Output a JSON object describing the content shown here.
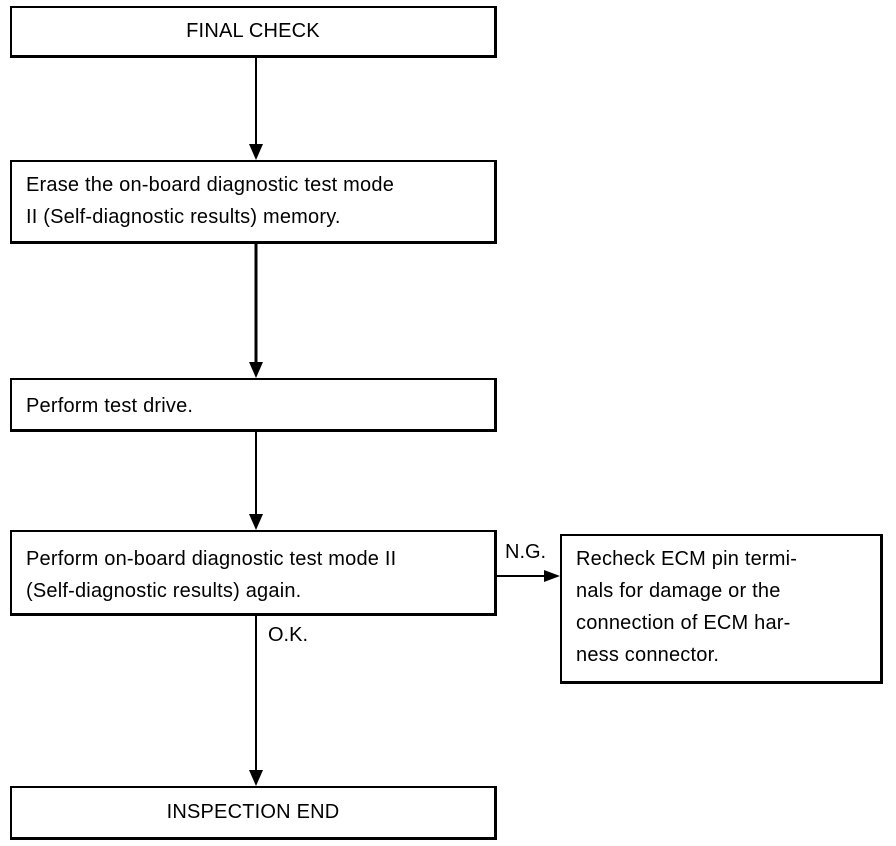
{
  "steps": {
    "final_check": "FINAL CHECK",
    "erase": [
      "Erase the on-board diagnostic test mode",
      "II (Self-diagnostic results) memory."
    ],
    "test_drive": "Perform test drive.",
    "perform_again": [
      "Perform on-board diagnostic test mode II",
      "(Self-diagnostic results) again."
    ],
    "recheck": [
      "Recheck ECM pin termi-",
      "nals for damage or the",
      "connection of ECM har-",
      "ness connector."
    ],
    "inspection_end": "INSPECTION END"
  },
  "labels": {
    "ng": "N.G.",
    "ok": "O.K."
  }
}
